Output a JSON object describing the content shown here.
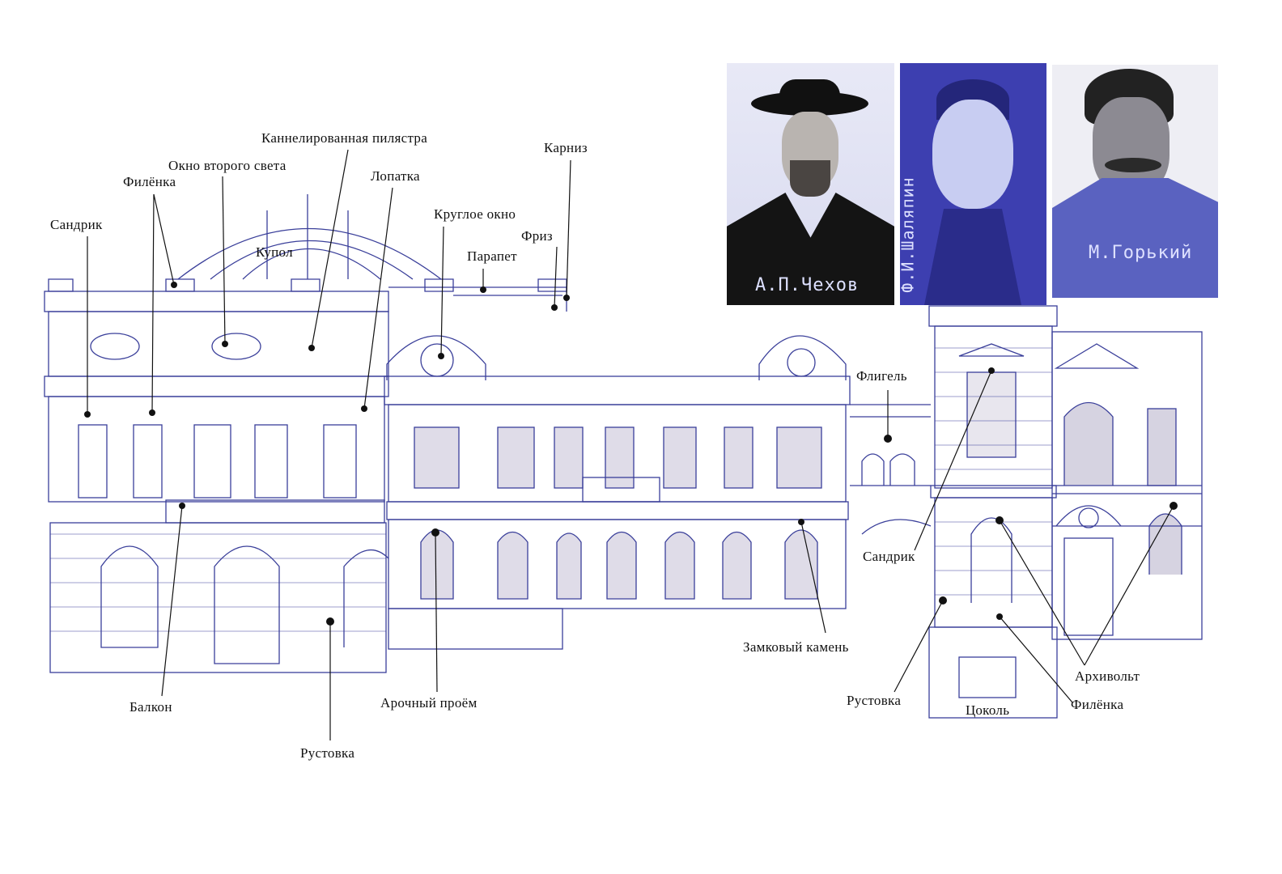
{
  "colors": {
    "ink": "#3a3f9a",
    "wash": "#8a80a8",
    "chaliapin_bg": "#3d3fb0",
    "gorky_tint": "#5a62c0"
  },
  "portraits": [
    {
      "caption": "А.П.Чехов"
    },
    {
      "caption": "Ф.И.Шаляпин"
    },
    {
      "caption": "М.Горький"
    }
  ],
  "labels": {
    "fluted_pilaster": "Каннелированная пилястра",
    "second_light_window": "Окно второго света",
    "panel_left": "Филёнка",
    "lesene": "Лопатка",
    "cornice": "Карниз",
    "round_window": "Круглое окно",
    "sandrik_left": "Сандрик",
    "dome": "Купол",
    "frieze": "Фриз",
    "parapet": "Парапет",
    "wing": "Флигель",
    "sandrik_right": "Сандрик",
    "keystone": "Замковый камень",
    "archivolt": "Архивольт",
    "rustication_right": "Рустовка",
    "plinth": "Цоколь",
    "panel_right": "Филёнка",
    "balcony": "Балкон",
    "arched_opening": "Арочный проём",
    "rustication_left": "Рустовка"
  }
}
